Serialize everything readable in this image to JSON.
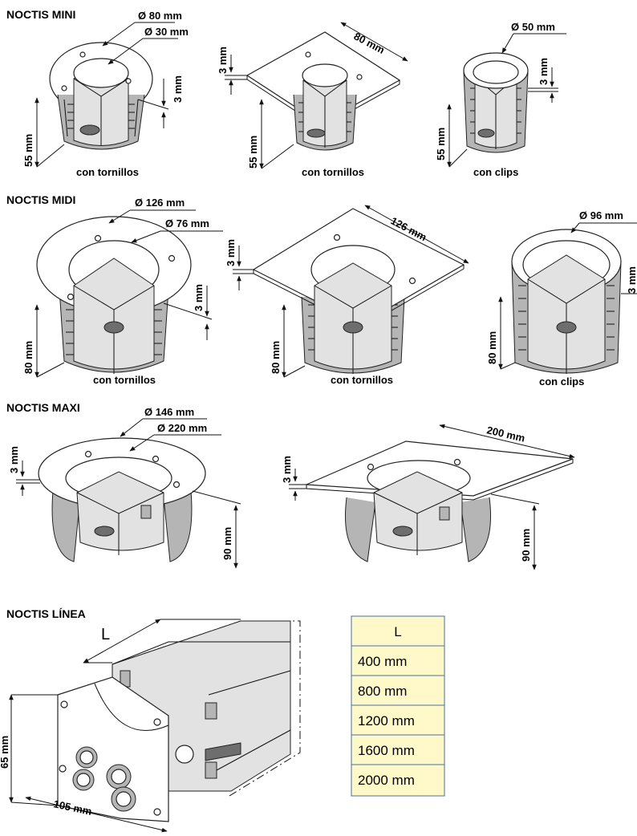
{
  "sections": {
    "mini": {
      "title": "NOCTIS MINI",
      "round": {
        "dia_outer": "Ø 80 mm",
        "dia_inner": "Ø 30 mm",
        "height": "55 mm",
        "thickness": "3 mm",
        "caption": "con tornillos"
      },
      "square": {
        "side": "80 mm",
        "thickness": "3 mm",
        "height": "55 mm",
        "caption": "con tornillos"
      },
      "clips": {
        "dia": "Ø 50 mm",
        "thickness": "3 mm",
        "height": "55 mm",
        "caption": "con clips"
      }
    },
    "midi": {
      "title": "NOCTIS MIDI",
      "round": {
        "dia_outer": "Ø 126 mm",
        "dia_inner": "Ø 76 mm",
        "height": "80 mm",
        "thickness": "3 mm",
        "caption": "con tornillos"
      },
      "square": {
        "side": "126 mm",
        "thickness": "3 mm",
        "height": "80 mm",
        "caption": "con tornillos"
      },
      "clips": {
        "dia": "Ø 96 mm",
        "thickness": "3 mm",
        "height": "80 mm",
        "caption": "con clips"
      }
    },
    "maxi": {
      "title": "NOCTIS MAXI",
      "round": {
        "dia_inner": "Ø 146 mm",
        "dia_outer": "Ø 220 mm",
        "thickness": "3 mm",
        "height": "90 mm"
      },
      "square": {
        "side": "200 mm",
        "thickness": "3 mm",
        "height": "90 mm"
      }
    },
    "linea": {
      "title": "NOCTIS LÍNEA",
      "length_label": "L",
      "height": "65 mm",
      "width": "105 mm"
    }
  },
  "length_table": {
    "header": "L",
    "rows": [
      "400 mm",
      "800 mm",
      "1200 mm",
      "1600 mm",
      "2000 mm"
    ]
  }
}
